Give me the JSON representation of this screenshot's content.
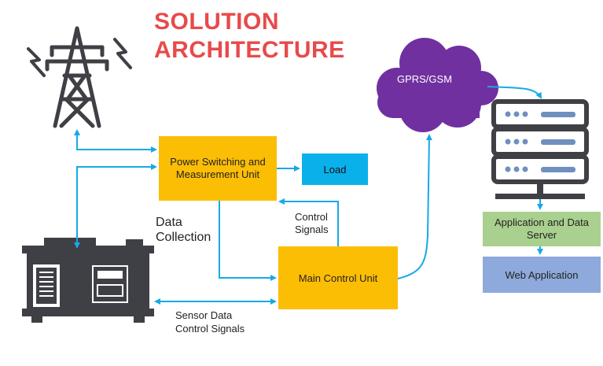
{
  "title": "SOLUTION ARCHITECTURE",
  "nodes": {
    "power_switching": "Power Switching and Measurement Unit",
    "load": "Load",
    "main_control": "Main Control Unit",
    "gprs": "GPRS/GSM",
    "app_server": "Application and Data Server",
    "web_app": "Web Application"
  },
  "labels": {
    "data_collection": "Data Collection",
    "control_signals": "Control Signals",
    "sensor_control": "Sensor Data Control Signals"
  },
  "icons": {
    "tower": "power-tower-icon",
    "generator": "generator-icon",
    "cloud": "cloud-icon",
    "server": "server-rack-icon"
  },
  "colors": {
    "title": "#e84a4a",
    "unit_box": "#fcbd05",
    "load_box": "#0ab0ea",
    "cloud": "#7030a0",
    "app_box": "#a9d08e",
    "web_box": "#8ea9db",
    "arrow": "#17a9e6",
    "icon": "#3f3f46"
  }
}
